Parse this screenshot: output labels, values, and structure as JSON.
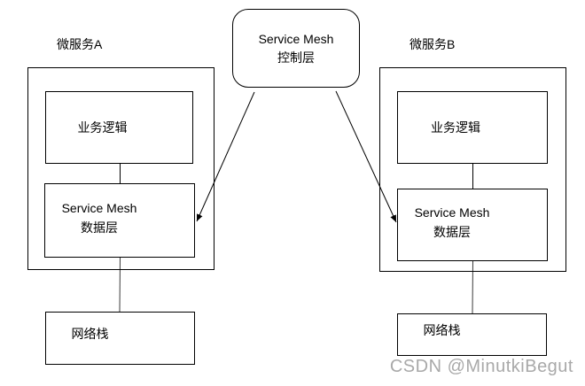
{
  "diagram": {
    "control_box": {
      "line1": "Service Mesh",
      "line2": "控制层"
    },
    "microservice_a": {
      "title": "微服务A",
      "business_logic": "业务逻辑",
      "data_layer_line1": "Service Mesh",
      "data_layer_line2": "数据层",
      "network_stack": "网络栈"
    },
    "microservice_b": {
      "title": "微服务B",
      "business_logic": "业务逻辑",
      "data_layer_line1": "Service Mesh",
      "data_layer_line2": "数据层",
      "network_stack": "网络栈"
    },
    "colors": {
      "stroke": "#000000",
      "background": "#ffffff",
      "watermark": "#a9a9a9"
    }
  },
  "watermark": {
    "text": "CSDN @MinutkiBegut"
  }
}
